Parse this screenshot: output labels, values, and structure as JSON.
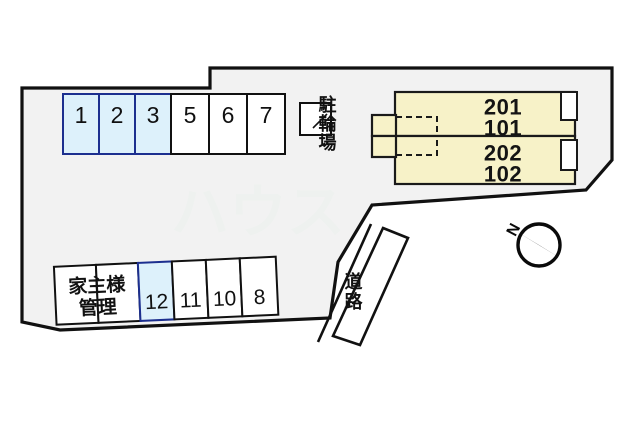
{
  "figure": {
    "kind": "property-site-plan",
    "watermark_text": "ハウス",
    "background_color": "#ffffff",
    "lot_fill": "#f2f2f2",
    "lot_stroke": "#111111",
    "building_fill": "#f7f2c8",
    "building_stroke": "#1a1a1a",
    "highlight_fill": "#ddf1fb",
    "highlight_stroke": "#1c2f8f",
    "stall_fill": "#ffffff",
    "stall_stroke": "#111111"
  },
  "labels": {
    "bicycle_parking": "駐輪場",
    "road": "道路",
    "owner_managed_line1": "家主様",
    "owner_managed_line2": "管理"
  },
  "compass": {
    "north_letter": "N"
  },
  "parking_top": {
    "name": "top-parking-row",
    "stalls": [
      {
        "label": "1",
        "highlighted": true
      },
      {
        "label": "2",
        "highlighted": true
      },
      {
        "label": "3",
        "highlighted": true
      },
      {
        "label": "5",
        "highlighted": false
      },
      {
        "label": "6",
        "highlighted": false
      },
      {
        "label": "7",
        "highlighted": false
      }
    ]
  },
  "parking_bottom": {
    "name": "bottom-parking-row",
    "stalls": [
      {
        "label": "家主様",
        "label2": "管理",
        "highlighted": false,
        "wide": true
      },
      {
        "label": "12",
        "highlighted": true
      },
      {
        "label": "11",
        "highlighted": false
      },
      {
        "label": "10",
        "highlighted": false
      },
      {
        "label": "8",
        "highlighted": false
      }
    ]
  },
  "building": {
    "name": "apartment-building",
    "rows": [
      {
        "upper": "201",
        "lower": "101"
      },
      {
        "upper": "202",
        "lower": "102"
      }
    ]
  }
}
